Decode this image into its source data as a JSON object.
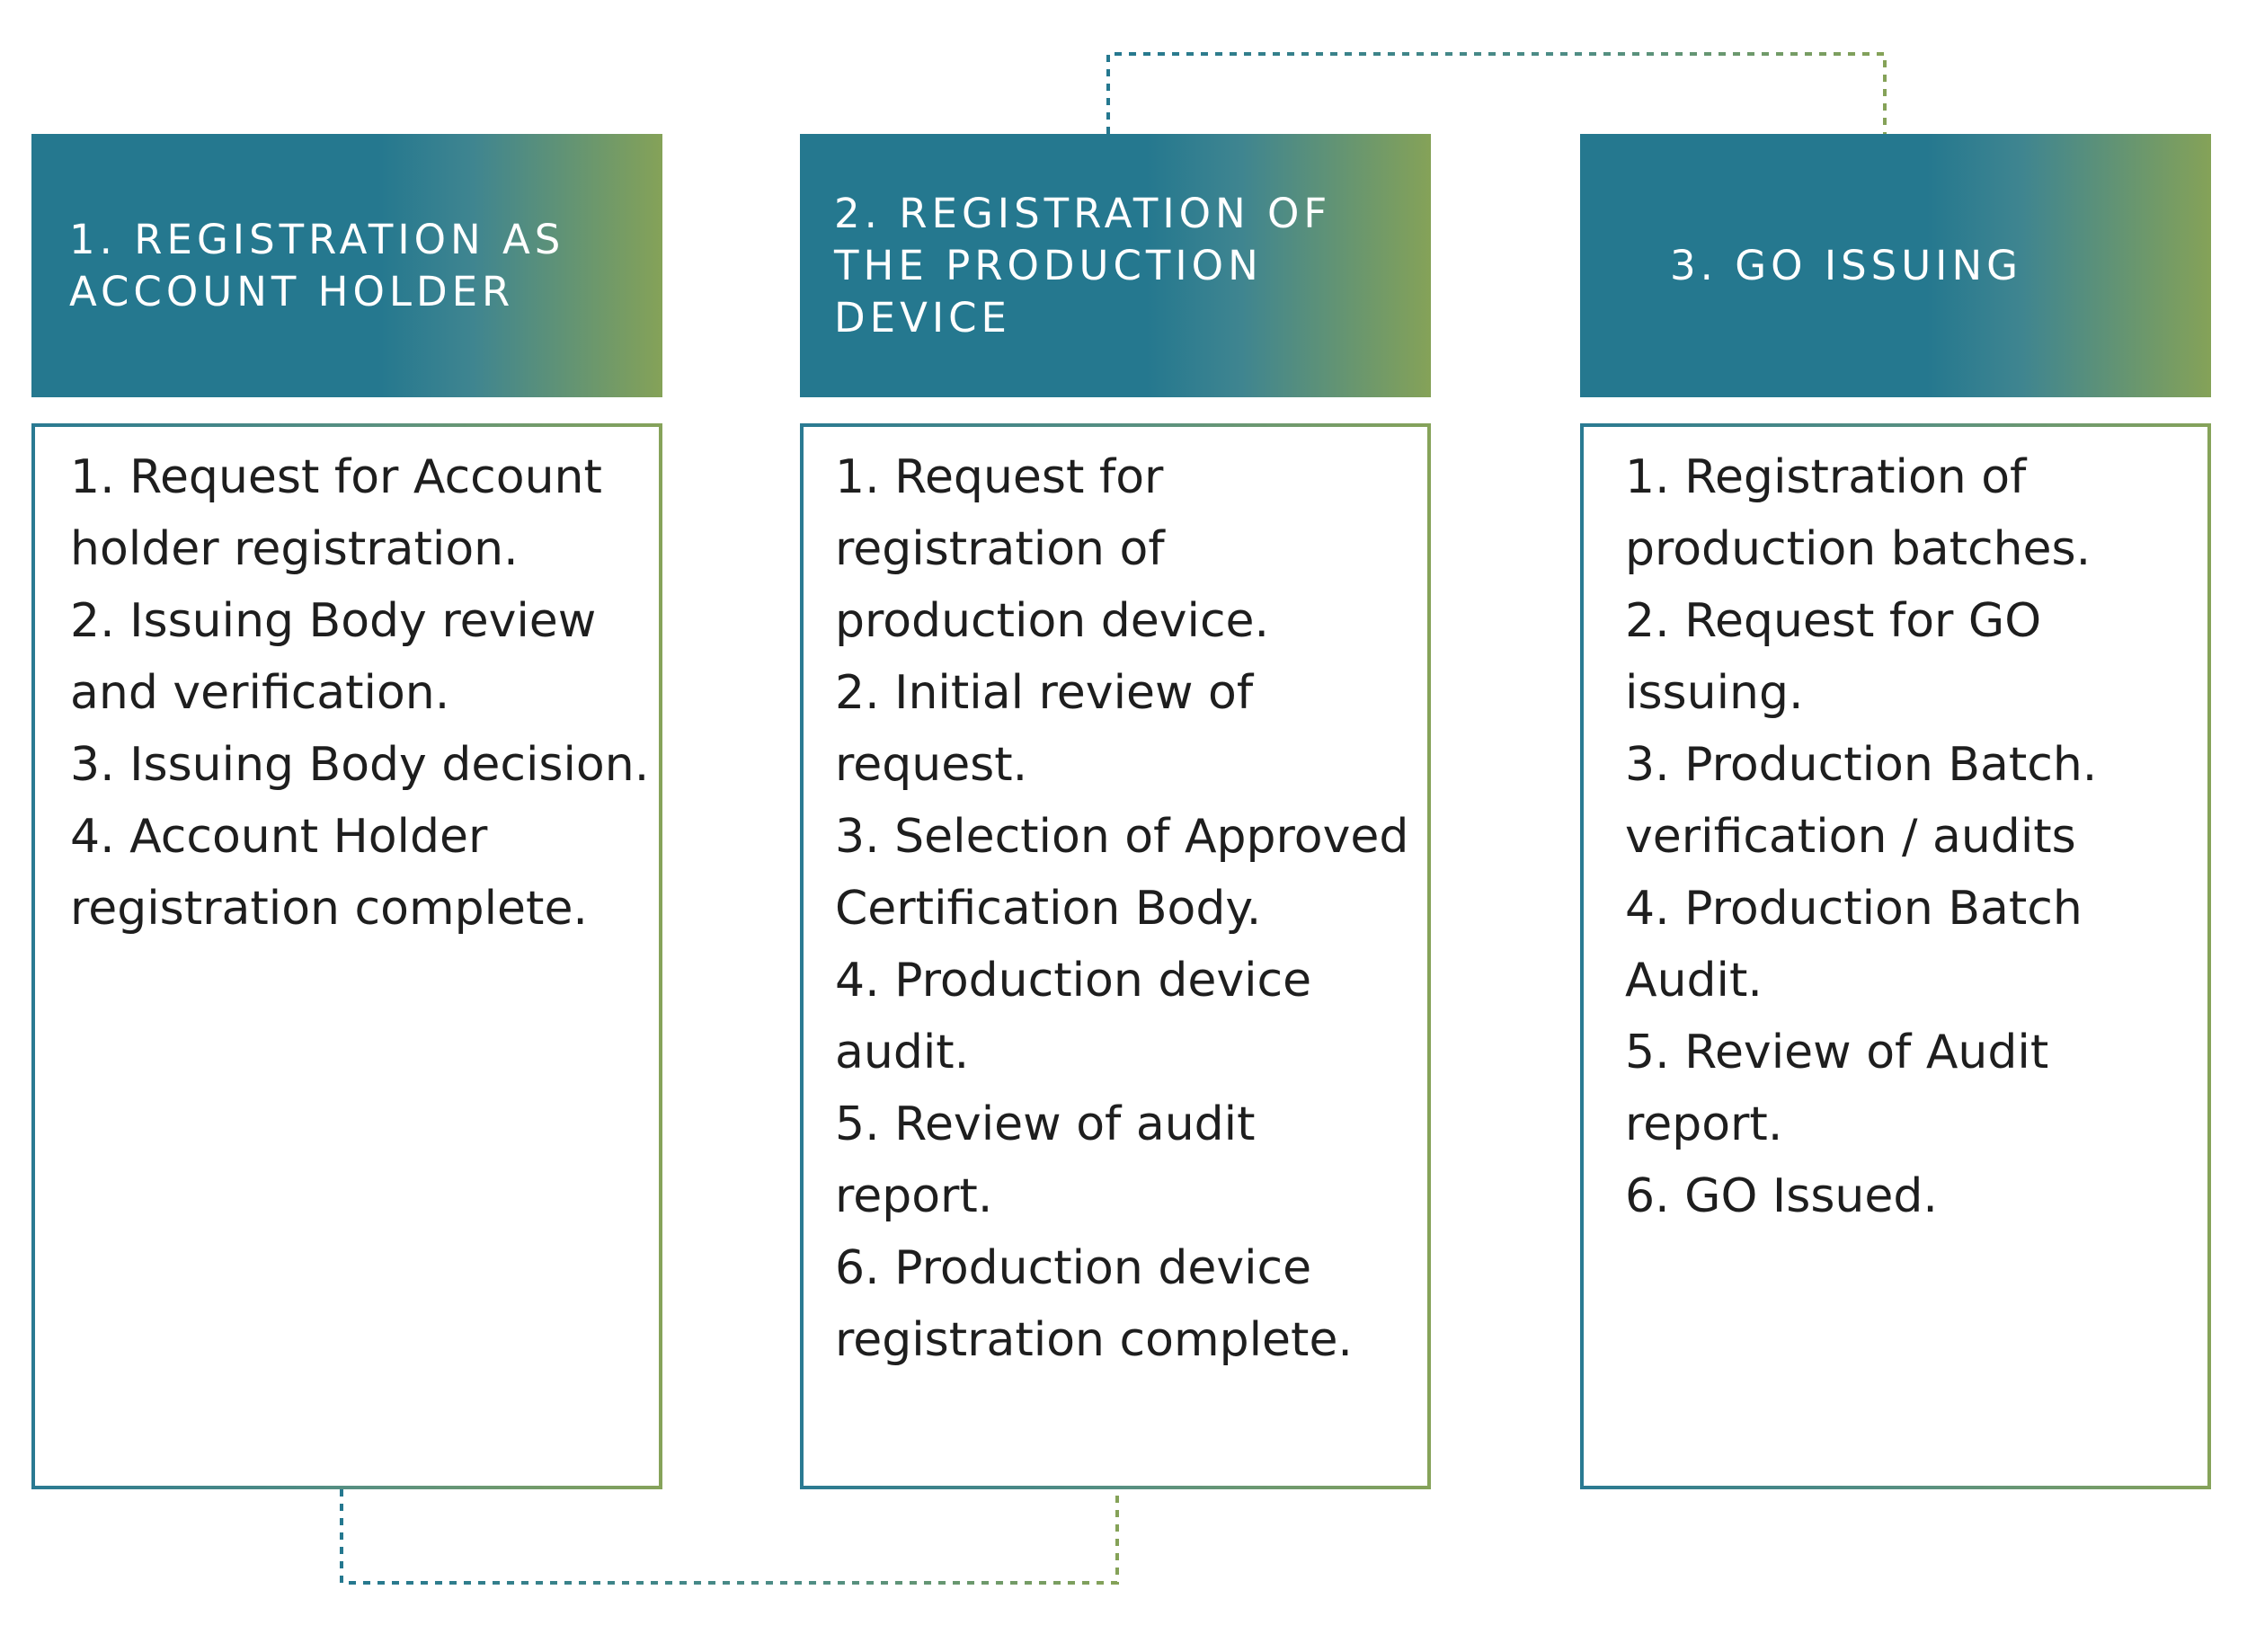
{
  "colors": {
    "teal": "#25788f",
    "olive_green": "#85a258",
    "text": "#1e1e1e",
    "header_text": "#ffffff"
  },
  "stages": [
    {
      "title": "1. REGISTRATION AS\nACCOUNT HOLDER",
      "steps": [
        "1. Request for Account holder registration.",
        "2. Issuing Body review and verification.",
        "3. Issuing Body decision.",
        "4. Account Holder registration complete."
      ]
    },
    {
      "title": "2. REGISTRATION OF\nTHE PRODUCTION\nDEVICE",
      "steps": [
        "1. Request for registration of production device.",
        "2. Initial review of request.",
        "3. Selection of Approved Certification Body.",
        "4. Production device audit.",
        "5. Review of audit report.",
        "6. Production device registration complete."
      ]
    },
    {
      "title": "3. GO ISSUING",
      "steps": [
        "1. Registration of production batches.",
        "2. Request for GO issuing.",
        "3. Production Batch. verification / audits",
        "4. Production Batch Audit.",
        "5. Review of Audit report.",
        "6. GO Issued."
      ]
    }
  ]
}
